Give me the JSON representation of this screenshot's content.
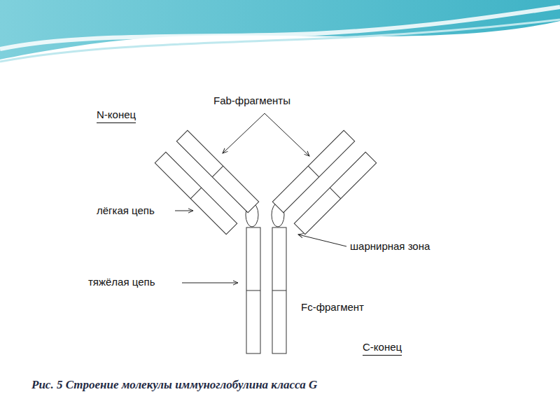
{
  "diagram": {
    "caption": "Рис. 5 Строение молекулы иммуноглобулина класса G",
    "labels": [
      "Fab-фрагменты",
      "N-конец",
      "лёгкая цепь",
      "шарнирная зона",
      "тяжёлая цепь",
      "Fc-фрагмент",
      "C-конец"
    ]
  }
}
